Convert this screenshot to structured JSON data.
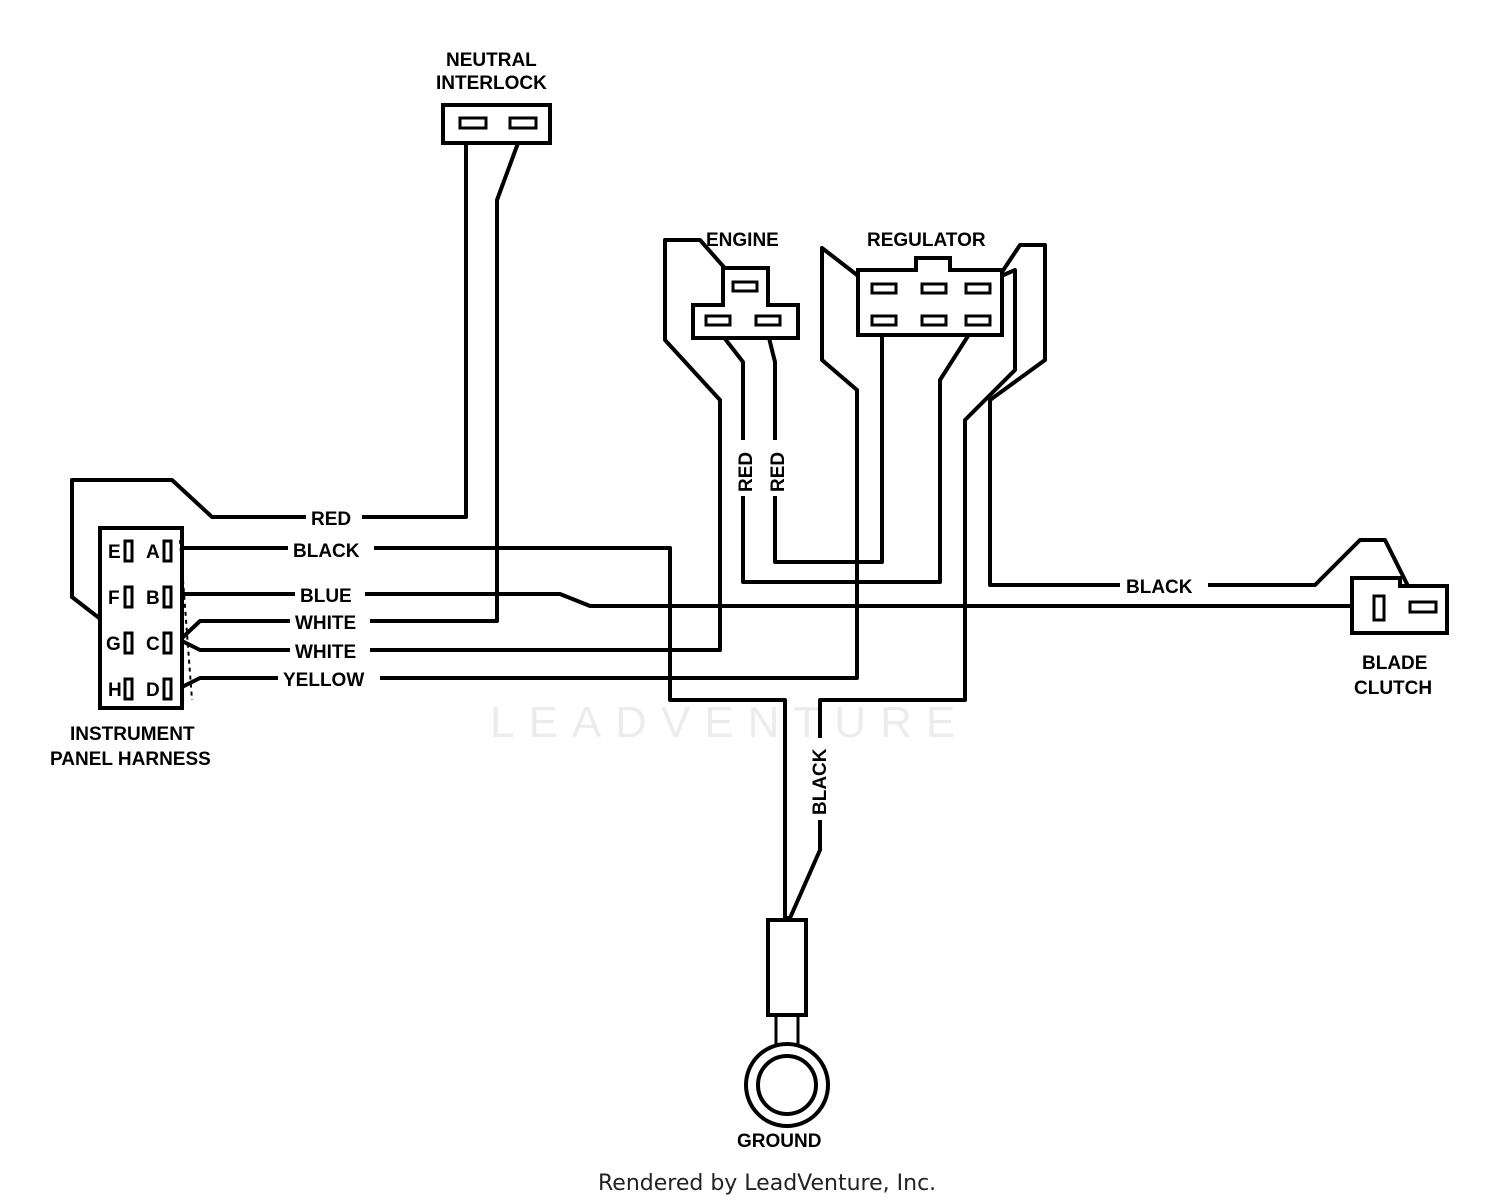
{
  "components": {
    "neutral_interlock": [
      "NEUTRAL",
      "INTERLOCK"
    ],
    "engine": "ENGINE",
    "regulator": "REGULATOR",
    "blade_clutch": [
      "BLADE",
      "CLUTCH"
    ],
    "instrument_panel_harness": [
      "INSTRUMENT",
      "PANEL HARNESS"
    ],
    "ground": "GROUND"
  },
  "harness_pins": [
    "E",
    "A",
    "F",
    "B",
    "G",
    "C",
    "H",
    "D"
  ],
  "wire_labels": {
    "red": "RED",
    "black": "BLACK",
    "blue": "BLUE",
    "white_1": "WHITE",
    "white_2": "WHITE",
    "yellow": "YELLOW",
    "red_engine_1": "RED",
    "red_engine_2": "RED",
    "black_clutch": "BLACK",
    "black_ground": "BLACK"
  },
  "watermark": "LEADVENTURE",
  "footer": "Rendered by LeadVenture, Inc."
}
